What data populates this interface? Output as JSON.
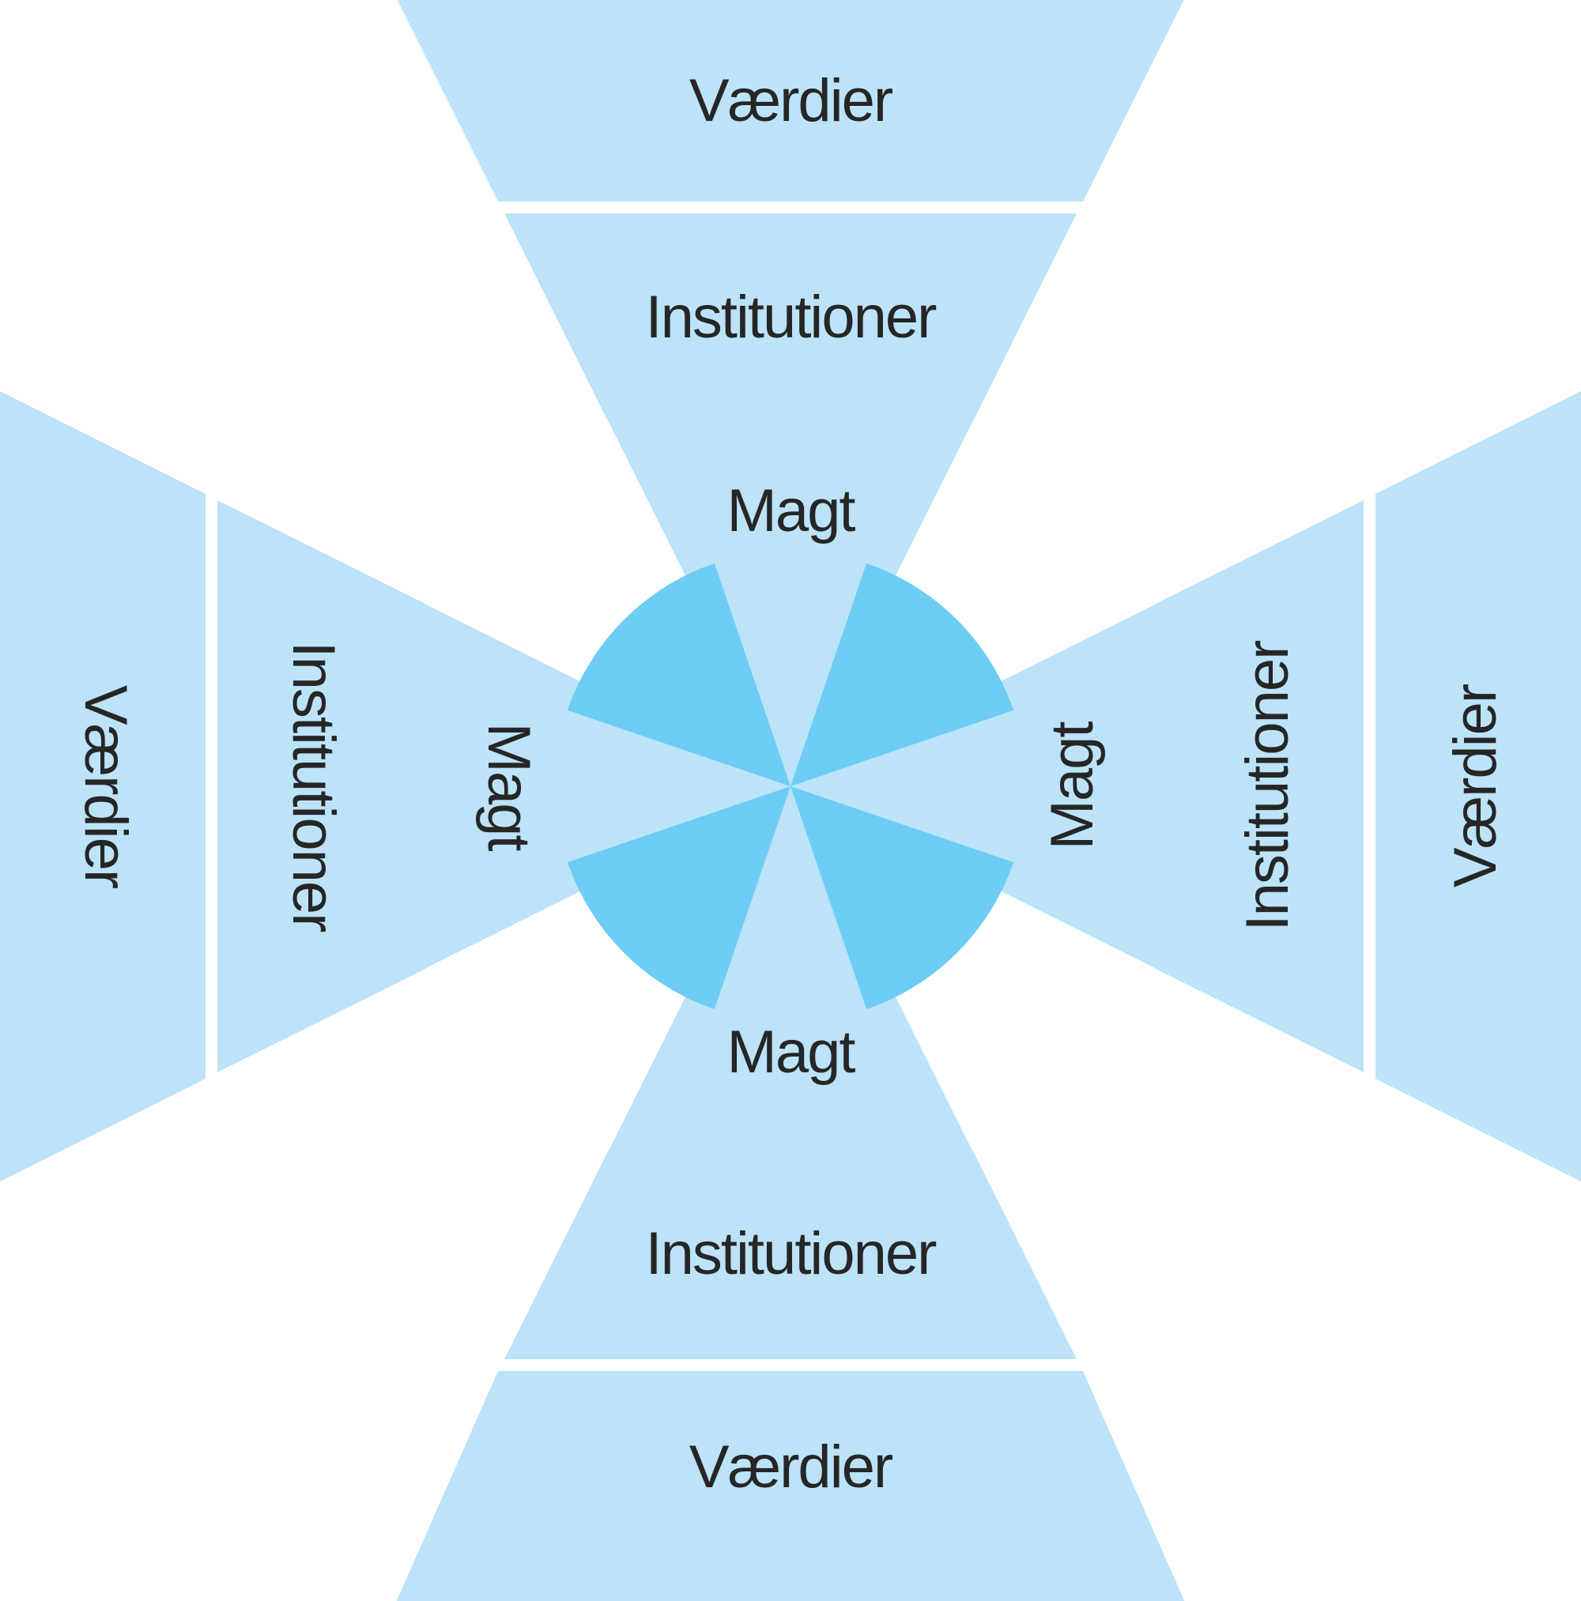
{
  "colors": {
    "wedge-light": "#bce3f8",
    "circle-dark": "#6dcdf4",
    "label-text": "#262626",
    "background": "#ffffff"
  },
  "wedges": {
    "top": {
      "outer": "Værdier",
      "middle": "Institutioner",
      "inner": "Magt"
    },
    "right": {
      "outer": "Værdier",
      "middle": "Institutioner",
      "inner": "Magt"
    },
    "bottom": {
      "outer": "Værdier",
      "middle": "Institutioner",
      "inner": "Magt"
    },
    "left": {
      "outer": "Værdier",
      "middle": "Institutioner",
      "inner": "Magt"
    }
  }
}
